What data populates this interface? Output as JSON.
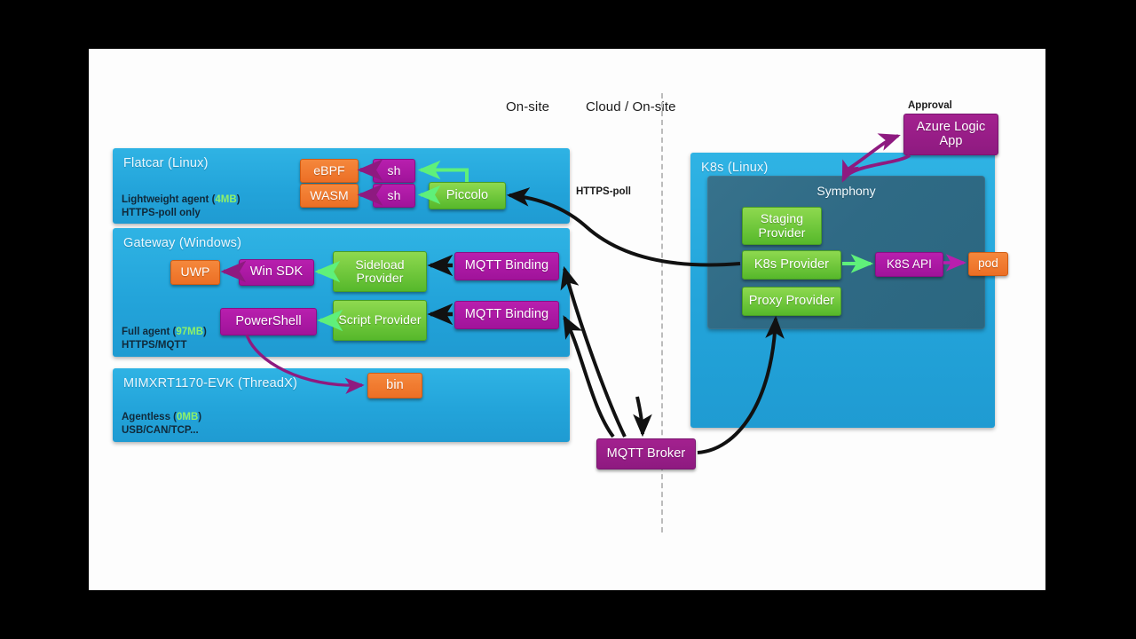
{
  "zones": {
    "onsite_label": "On-site",
    "cloud_label": "Cloud / On-site",
    "approval_label": "Approval",
    "https_poll_label": "HTTPS-poll"
  },
  "panels": [
    {
      "id": "flatcar",
      "title": "Flatcar (Linux)",
      "footer_line1_pre": "Lightweight agent (",
      "footer_line1_hl": "4MB",
      "footer_line1_post": ")",
      "footer_line2": "HTTPS-poll only"
    },
    {
      "id": "gateway",
      "title": "Gateway (Windows)",
      "footer_line1_pre": "Full agent (",
      "footer_line1_hl": "97MB",
      "footer_line1_post": ")",
      "footer_line2": "HTTPS/MQTT"
    },
    {
      "id": "mimxrt",
      "title": "MIMXRT1170-EVK (ThreadX)",
      "footer_line1_pre": "Agentless (",
      "footer_line1_hl": "0MB",
      "footer_line1_post": ")",
      "footer_line2": "USB/CAN/TCP..."
    },
    {
      "id": "k8s",
      "title": "K8s (Linux)"
    }
  ],
  "nodes": {
    "ebpf": "eBPF",
    "wasm": "WASM",
    "sh_top": "sh",
    "sh_bottom": "sh",
    "piccolo": "Piccolo",
    "uwp": "UWP",
    "win_sdk": "Win SDK",
    "sideload_provider": "Sideload Provider",
    "mqtt_binding_top": "MQTT Binding",
    "powershell": "PowerShell",
    "script_provider": "Script Provider",
    "mqtt_binding_bottom": "MQTT Binding",
    "bin": "bin",
    "symphony": "Symphony",
    "staging_provider": "Staging Provider",
    "k8s_provider": "K8s Provider",
    "proxy_provider": "Proxy Provider",
    "k8s_api": "K8S API",
    "pod": "pod",
    "azure_logic_app": "Azure Logic App",
    "mqtt_broker": "MQTT Broker"
  },
  "colors": {
    "panel_blue": "#29a8dc",
    "symphony_teal": "#2f6a85",
    "orange": "#ec6f25",
    "magenta": "#a0139a",
    "green": "#56b82b",
    "arrow_black": "#111111",
    "arrow_green": "#5ff07a",
    "arrow_purple": "#8e1a80",
    "divider_gray": "#bcbcbc",
    "page_background": "#fdfdfd",
    "letterbox": "#000000"
  }
}
